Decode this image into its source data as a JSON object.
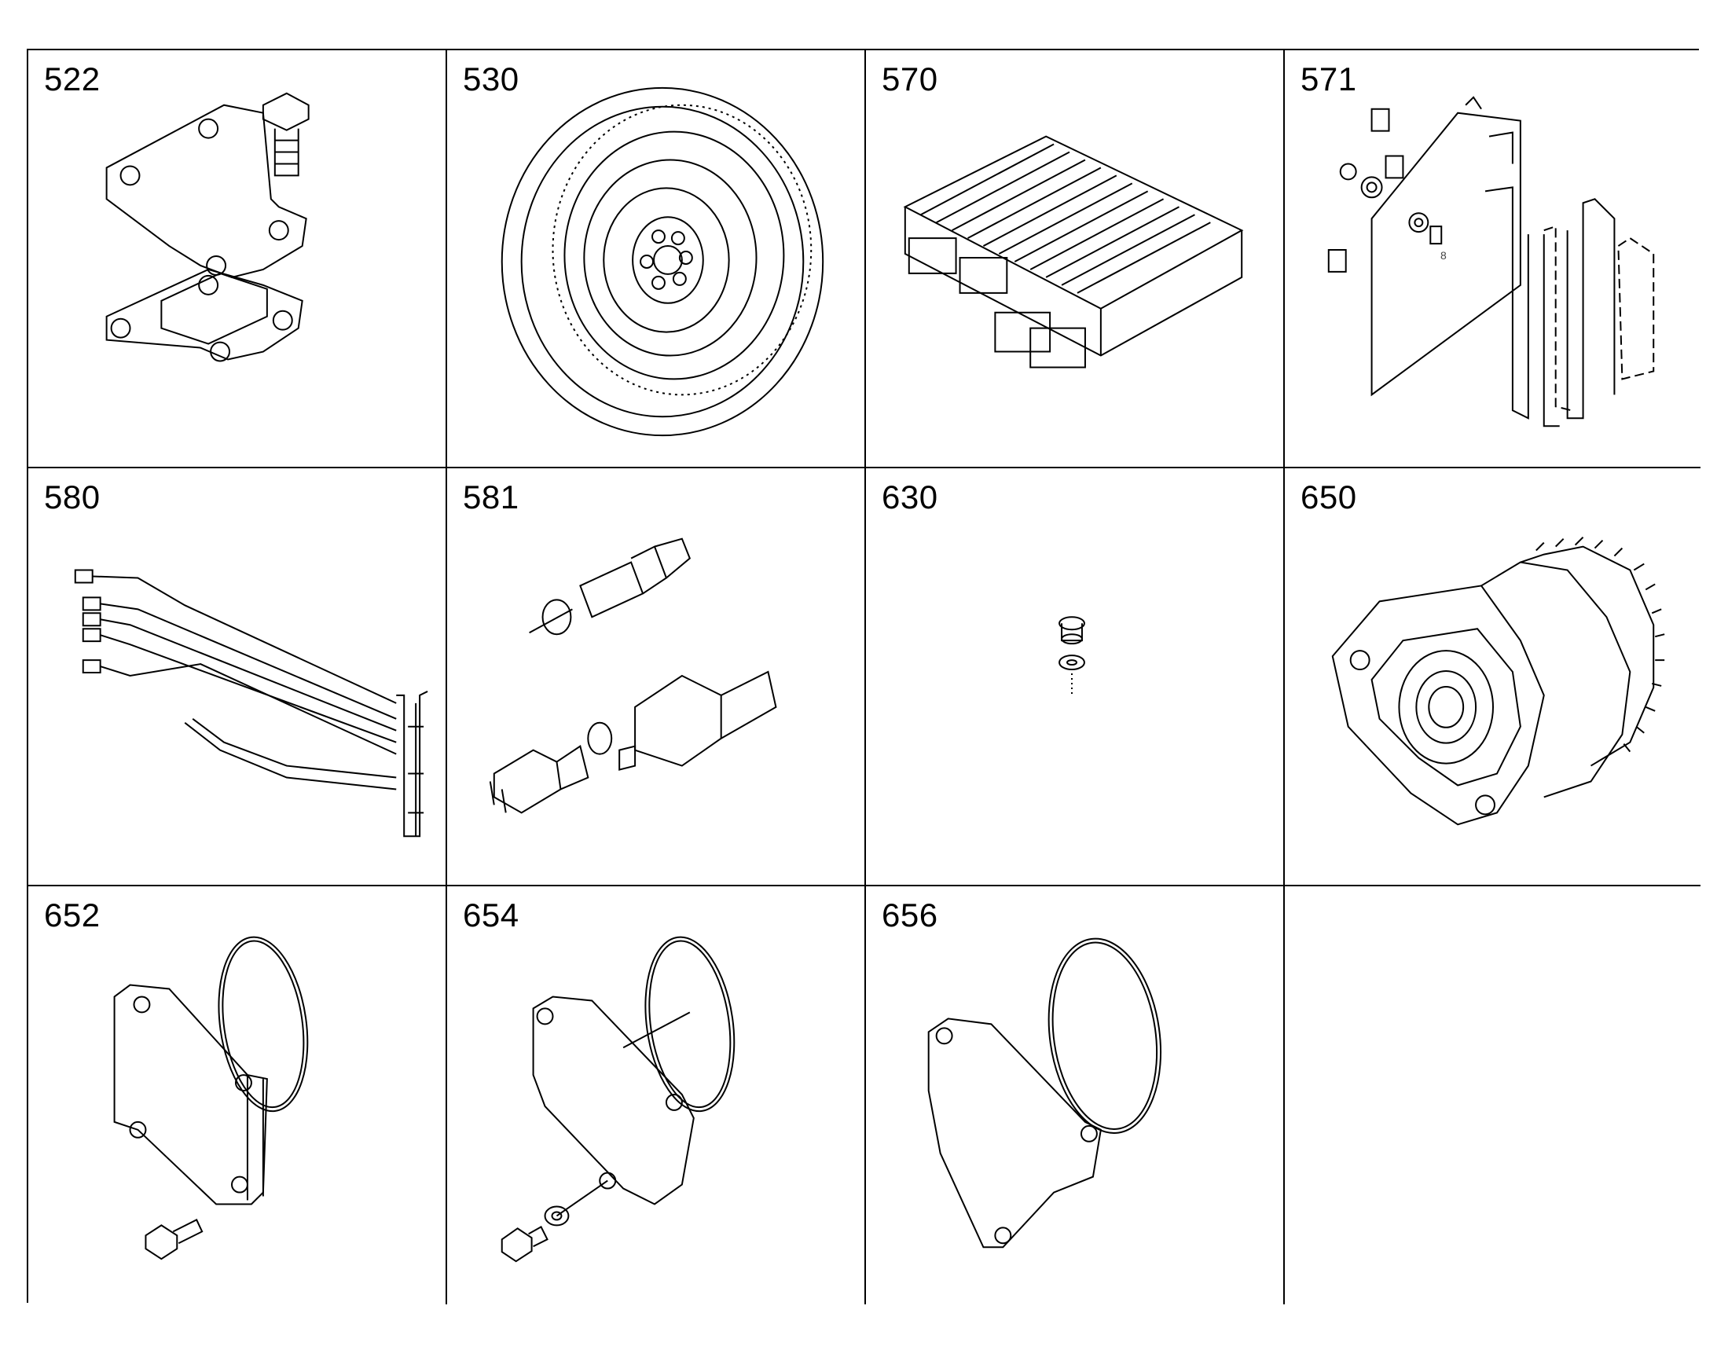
{
  "cells": [
    {
      "label": "522",
      "icon": "gasket-plate-bolt-icon"
    },
    {
      "label": "530",
      "icon": "flywheel-icon"
    },
    {
      "label": "570",
      "icon": "control-unit-icon"
    },
    {
      "label": "571",
      "icon": "bracket-assembly-icon",
      "callout": "8"
    },
    {
      "label": "580",
      "icon": "wiring-harness-icon"
    },
    {
      "label": "581",
      "icon": "sensor-set-icon"
    },
    {
      "label": "630",
      "icon": "plug-screw-washer-icon"
    },
    {
      "label": "650",
      "icon": "gear-pump-icon"
    },
    {
      "label": "652",
      "icon": "cover-plate-oring-icon"
    },
    {
      "label": "654",
      "icon": "cover-gasket-oring-icon"
    },
    {
      "label": "656",
      "icon": "gasket-oring-icon"
    },
    {
      "label": "",
      "icon": ""
    }
  ],
  "colors": {
    "line": "#000000",
    "background": "#ffffff"
  }
}
